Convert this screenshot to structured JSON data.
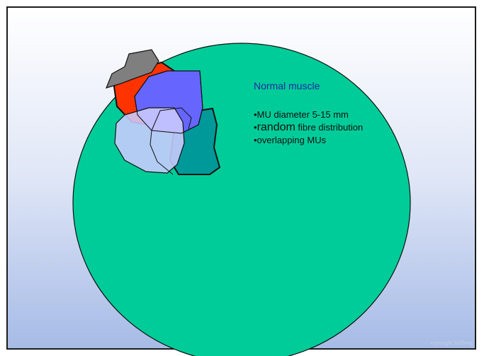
{
  "slide": {
    "title": "Normal muscle",
    "bullets": {
      "b1": "•MU diameter 5-15 mm",
      "b2_prefix": "•",
      "b2_emph": "random",
      "b2_rest": " fibre distribution",
      "b3": "•overlapping MUs"
    },
    "copyright": "copyright Stålberg"
  },
  "colors": {
    "muscle_fill": "#00cc99",
    "mu_gray": "#7f7f7f",
    "mu_red": "#ff3300",
    "mu_blue": "#6666ff",
    "mu_light": "#ccccff",
    "mu_teal": "#009999",
    "title_color": "#1f2aa6"
  }
}
